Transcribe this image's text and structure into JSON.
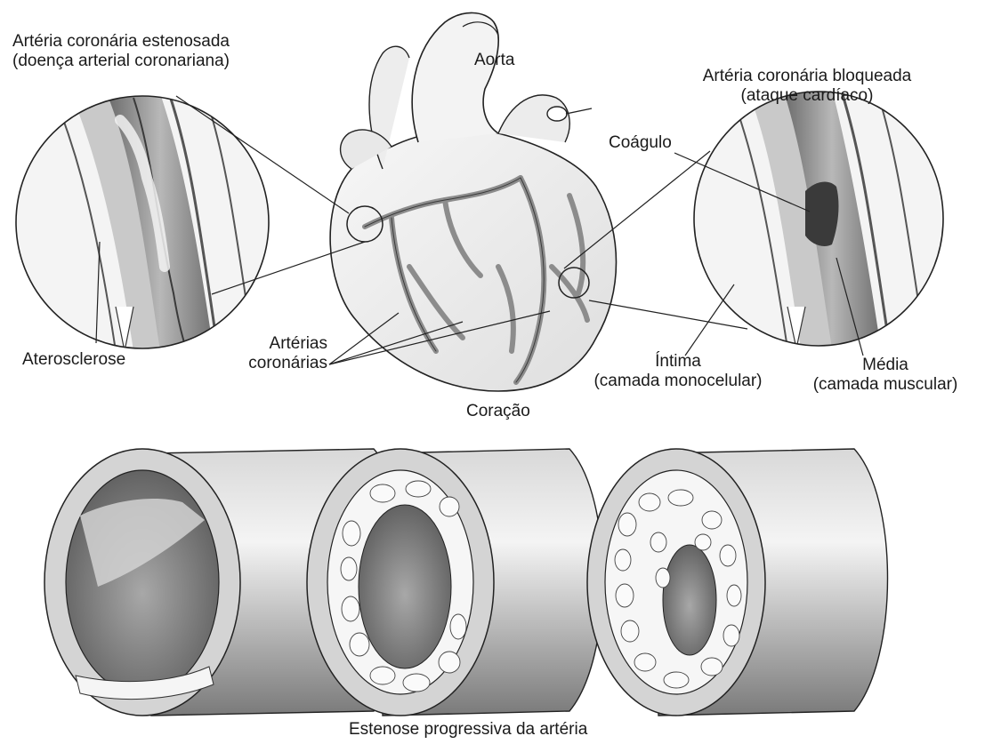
{
  "labels": {
    "stenosed_title_line1": "Artéria coronária estenosada",
    "stenosed_title_line2": "(doença arterial coronariana)",
    "aorta": "Aorta",
    "blocked_title_line1": "Artéria coronária bloqueada",
    "blocked_title_line2": "(ataque cardíaco)",
    "clot": "Coágulo",
    "atherosclerosis": "Aterosclerose",
    "coronary_line1": "Artérias",
    "coronary_line2": "coronárias",
    "intima_line1": "Íntima",
    "intima_line2": "(camada monocelular)",
    "media_line1": "Média",
    "media_line2": "(camada muscular)",
    "heart": "Coração",
    "stenosis_caption": "Estenose progressiva da artéria"
  },
  "colors": {
    "tissue_dark": "#5a5a5a",
    "tissue_mid": "#9a9a9a",
    "tissue_light": "#d9d9d9",
    "clot": "#3a3a3a",
    "plaque": "#f2f2f2"
  }
}
